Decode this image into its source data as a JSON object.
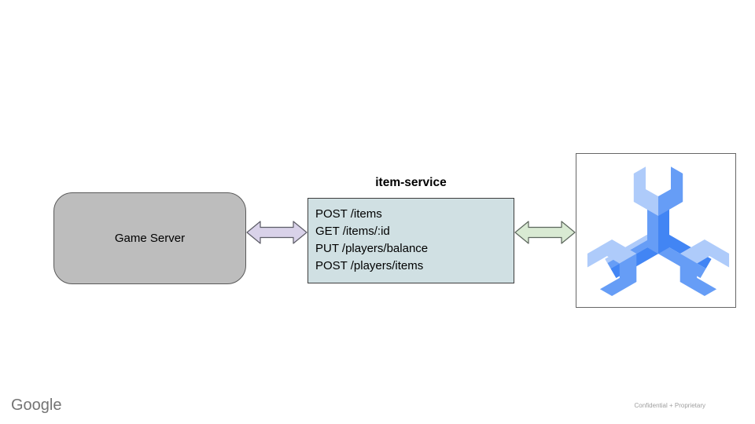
{
  "slide": {
    "background": "#ffffff",
    "footer": {
      "brand": "Google",
      "note": "Confidential + Proprietary"
    },
    "diagram": {
      "game_server": {
        "label": "Game Server",
        "fill": "#bdbdbd",
        "border": "#595959"
      },
      "item_service": {
        "title": "item-service",
        "fill": "#d0e0e3",
        "border": "#3d3d3d",
        "endpoints": [
          "POST /items",
          "GET /items/:id",
          "PUT /players/balance",
          "POST /players/items"
        ]
      },
      "arrow_left": {
        "fill": "#d9d2e9",
        "stroke": "#5c5c66"
      },
      "arrow_right": {
        "fill": "#d9ead3",
        "stroke": "#5c665c"
      },
      "spanner_icon": {
        "name": "cloud-spanner-icon",
        "colors": {
          "light": "#aecbfa",
          "medium": "#669df6",
          "dark": "#4285f4"
        },
        "box_border": "#666666"
      }
    }
  }
}
